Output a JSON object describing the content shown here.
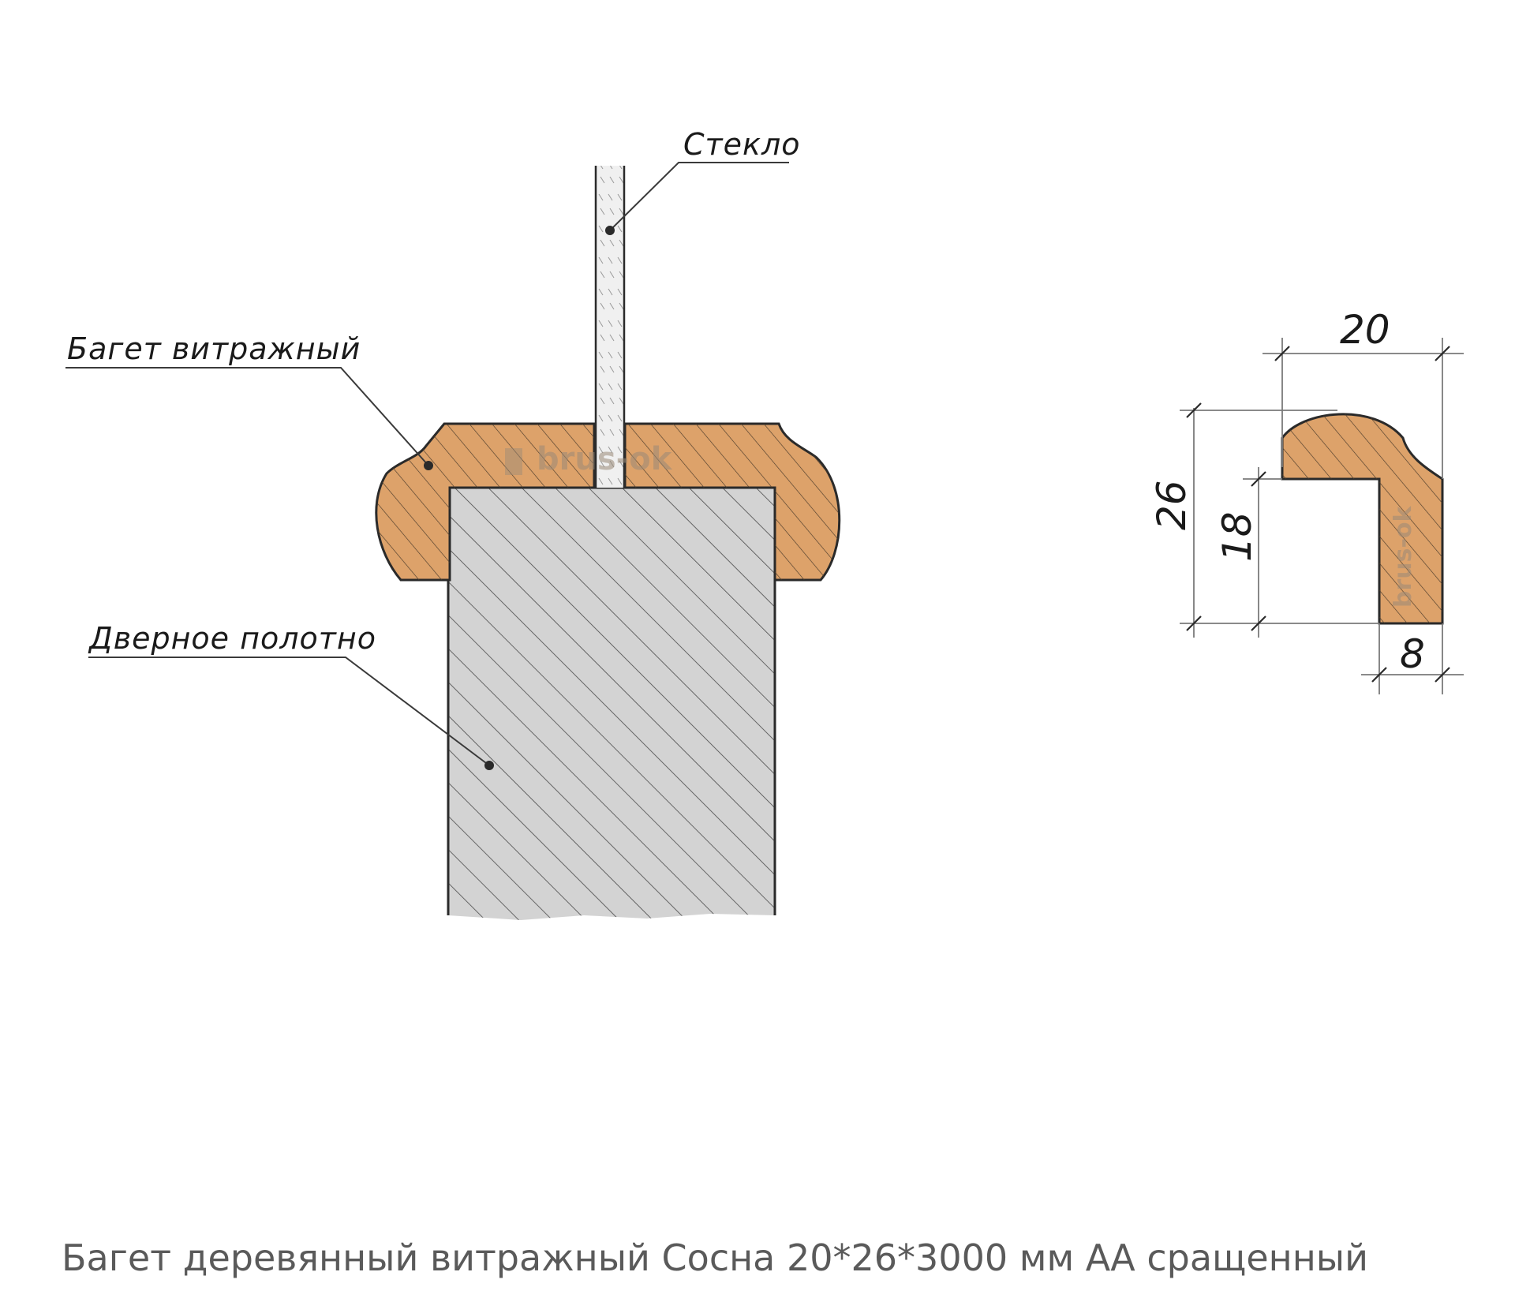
{
  "labels": {
    "glass": "Стекло",
    "baguette": "Багет витражный",
    "door_leaf": "Дверное полотно"
  },
  "dimensions": {
    "width": "20",
    "height": "26",
    "inner_height": "18",
    "thickness": "8"
  },
  "watermark": "brus-ok",
  "caption": "Багет деревянный витражный Сосна 20*26*3000 мм АА сращенный",
  "colors": {
    "wood": "#DDA26A",
    "door": "#D3D3D3",
    "glass": "#F0F0F0",
    "line": "#2A2A2A",
    "dimension_line": "#7A7A7A",
    "caption": "#5A5A5A"
  }
}
